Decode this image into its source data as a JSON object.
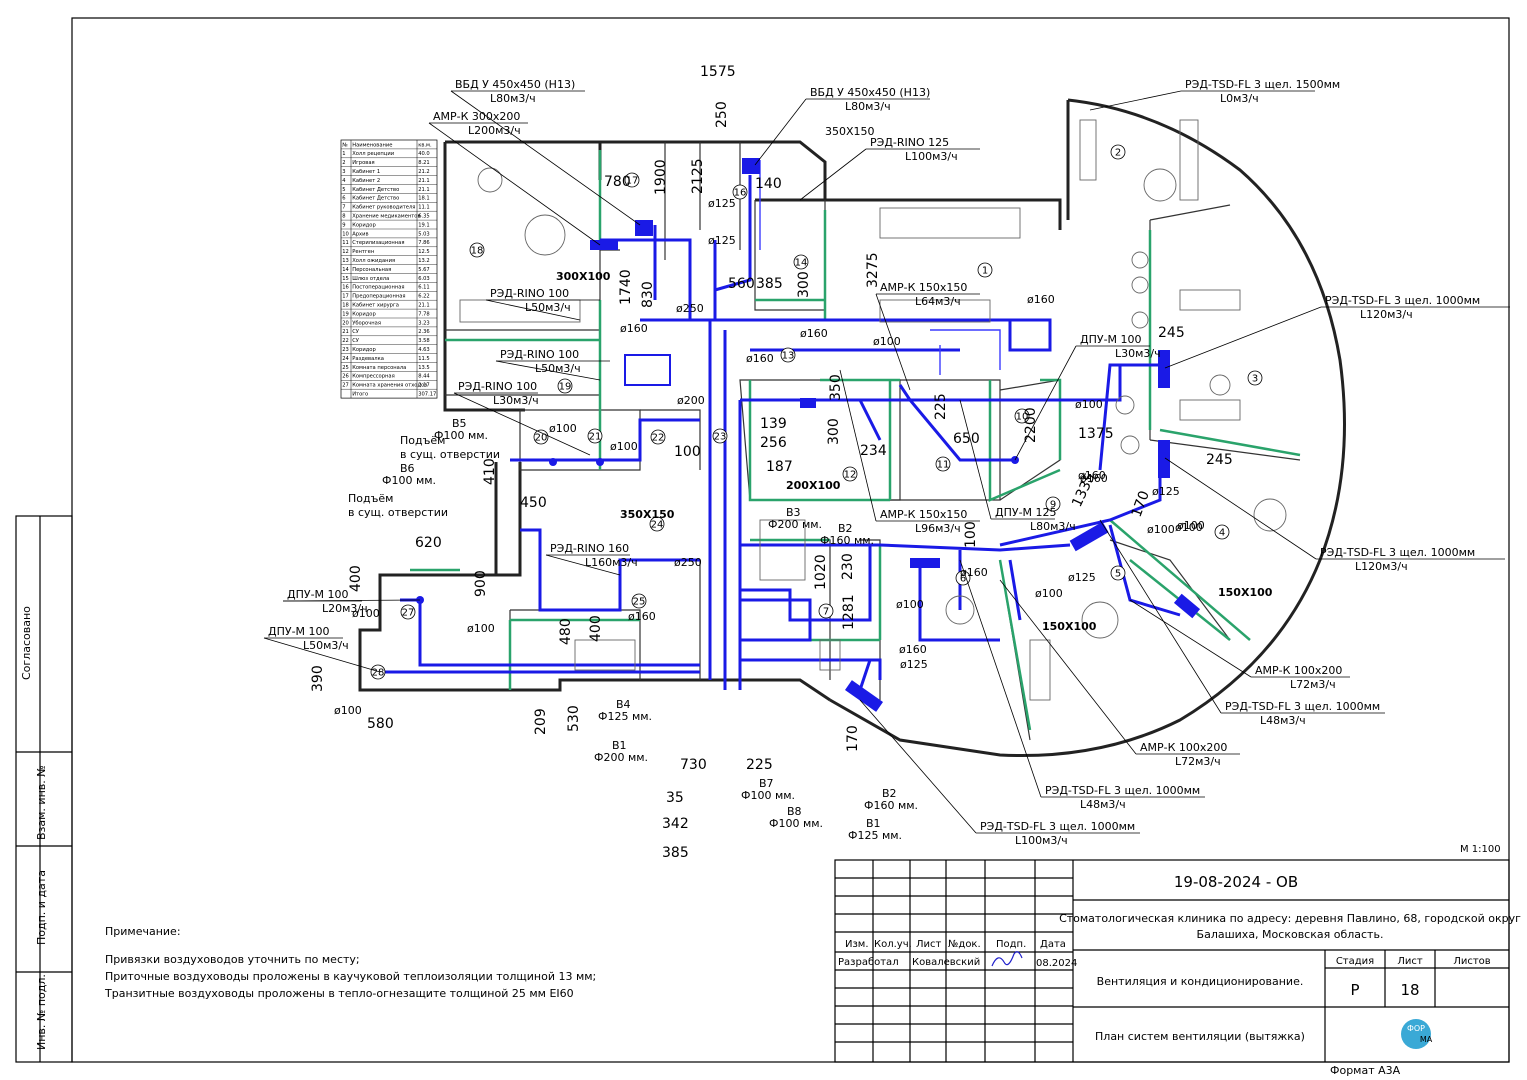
{
  "title_block": {
    "doc_code": "19-08-2024 - ОВ",
    "object": "Стоматологическая клиника по адресу: деревня Павлино, 68, городской округ",
    "object_line2": "Балашиха, Московская область.",
    "section": "Вентиляция и кондиционирование.",
    "sheet_title": "План систем вентиляции (вытяжка)",
    "col_headers": [
      "Изм.",
      "Кол.уч.",
      "Лист",
      "№док.",
      "Подп.",
      "Дата"
    ],
    "role": "Разработал",
    "developer": "Ковалевский",
    "date": "08.2024",
    "stage_label": "Стадия",
    "sheet_label": "Лист",
    "sheets_label": "Листов",
    "stage": "Р",
    "sheet": "18",
    "sheets": "",
    "format": "Формат А3А",
    "scale": "М 1:100",
    "logo_top": "ФОР",
    "logo_bottom": "МА"
  },
  "side_stamps": [
    "Согласовано",
    "Взам. инв. №",
    "Подп. и дата",
    "Инв. № подл."
  ],
  "notes": {
    "heading": "Примечание:",
    "lines": [
      "Привязки воздуховодов уточнить по месту;",
      "Приточные воздуховоды проложены в каучуковой теплоизоляции толщиной 13 мм;",
      "Транзитные воздуховоды проложены в тепло-огнезащите толщиной 25 мм EI60"
    ]
  },
  "room_table": {
    "headers": [
      "№",
      "Наименование",
      "кв.м."
    ],
    "rows": [
      [
        "1",
        "Холл рецепции",
        "40.0"
      ],
      [
        "2",
        "Игровая",
        "8.21"
      ],
      [
        "3",
        "Кабинет 1",
        "21.2"
      ],
      [
        "4",
        "Кабинет 2",
        "21.1"
      ],
      [
        "5",
        "Кабинет Детство",
        "21.1"
      ],
      [
        "6",
        "Кабинет Детство",
        "18.1"
      ],
      [
        "7",
        "Кабинет руководителя",
        "11.1"
      ],
      [
        "8",
        "Хранение медикаментов",
        "6.35"
      ],
      [
        "9",
        "Коридор",
        "19.1"
      ],
      [
        "10",
        "Архив",
        "5.03"
      ],
      [
        "11",
        "Стерилизационная",
        "7.86"
      ],
      [
        "12",
        "Рентген",
        "12.5"
      ],
      [
        "13",
        "Холл ожидания",
        "13.2"
      ],
      [
        "14",
        "Персональная",
        "5.67"
      ],
      [
        "15",
        "Шлюз отдела",
        "6.03"
      ],
      [
        "16",
        "Постоперационная",
        "6.11"
      ],
      [
        "17",
        "Предоперационная",
        "6.22"
      ],
      [
        "18",
        "Кабинет хирурга",
        "21.1"
      ],
      [
        "19",
        "Коридор",
        "7.78"
      ],
      [
        "20",
        "Уборочная",
        "3.23"
      ],
      [
        "21",
        "СУ",
        "2.36"
      ],
      [
        "22",
        "СУ",
        "3.58"
      ],
      [
        "23",
        "Коридор",
        "4.63"
      ],
      [
        "24",
        "Раздевалка",
        "11.5"
      ],
      [
        "25",
        "Комната персонала",
        "13.5"
      ],
      [
        "26",
        "Компрессорная",
        "8.44"
      ],
      [
        "27",
        "Комната хранения отходов",
        "2.17"
      ],
      [
        "",
        "Итого",
        "307.17"
      ]
    ]
  },
  "labels": [
    {
      "id": "l1",
      "t1": "ВБД У 450х450 (Н13)",
      "t2": "L80м3/ч"
    },
    {
      "id": "l2",
      "t1": "ВБД У 450х450 (Н13)",
      "t2": "L80м3/ч"
    },
    {
      "id": "l3",
      "t1": "АМР-К 300х200",
      "t2": "L200м3/ч"
    },
    {
      "id": "l4",
      "t1": "РЭД-TSD-FL 3 щел. 1500мм",
      "t2": "L0м3/ч"
    },
    {
      "id": "l5",
      "t1": "РЭД-RINO 125",
      "t2": "L100м3/ч"
    },
    {
      "id": "l6",
      "t1": "350Х150",
      "t2": ""
    },
    {
      "id": "l7",
      "t1": "АМР-К 150х150",
      "t2": "L64м3/ч"
    },
    {
      "id": "l8",
      "t1": "РЭД-TSD-FL 3 щел. 1000мм",
      "t2": "L120м3/ч"
    },
    {
      "id": "l9",
      "t1": "ДПУ-М 100",
      "t2": "L30м3/ч"
    },
    {
      "id": "l10",
      "t1": "РЭД-RINO 100",
      "t2": "L50м3/ч"
    },
    {
      "id": "l11",
      "t1": "РЭД-RINO 100",
      "t2": "L50м3/ч"
    },
    {
      "id": "l12",
      "t1": "РЭД-RINO 100",
      "t2": "L30м3/ч"
    },
    {
      "id": "l13",
      "t1": "РЭД-TSD-FL 3 щел. 1000мм",
      "t2": "L120м3/ч"
    },
    {
      "id": "l14",
      "t1": "АМР-К 150х150",
      "t2": "L96м3/ч"
    },
    {
      "id": "l15",
      "t1": "ДПУ-М 125",
      "t2": "L80м3/ч"
    },
    {
      "id": "l16",
      "t1": "РЭД-RINO 160",
      "t2": "L160м3/ч"
    },
    {
      "id": "l17",
      "t1": "ДПУ-М 100",
      "t2": "L20м3/ч"
    },
    {
      "id": "l18",
      "t1": "ДПУ-М 100",
      "t2": "L50м3/ч"
    },
    {
      "id": "l19",
      "t1": "АМР-К 100х200",
      "t2": "L72м3/ч"
    },
    {
      "id": "l20",
      "t1": "РЭД-TSD-FL 3 щел. 1000мм",
      "t2": "L48м3/ч"
    },
    {
      "id": "l21",
      "t1": "АМР-К 100х200",
      "t2": "L72м3/ч"
    },
    {
      "id": "l22",
      "t1": "РЭД-TSD-FL 3 щел. 1000мм",
      "t2": "L48м3/ч"
    },
    {
      "id": "l23",
      "t1": "РЭД-TSD-FL 3 щел. 1000мм",
      "t2": "L100м3/ч"
    }
  ],
  "risers": [
    {
      "id": "B5",
      "name": "В5",
      "size": "Ф100 мм.",
      "note1": "Подъём",
      "note2": "в сущ. отверстии"
    },
    {
      "id": "B6",
      "name": "В6",
      "size": "Ф100 мм.",
      "note1": "Подъём",
      "note2": "в сущ. отверстии"
    },
    {
      "id": "B3",
      "name": "В3",
      "size": "Ф200 мм."
    },
    {
      "id": "B2a",
      "name": "В2",
      "size": "Ф160 мм."
    },
    {
      "id": "B4",
      "name": "В4",
      "size": "Ф125 мм."
    },
    {
      "id": "B1a",
      "name": "В1",
      "size": "Ф200 мм."
    },
    {
      "id": "B7",
      "name": "В7",
      "size": "Ф100 мм."
    },
    {
      "id": "B8",
      "name": "В8",
      "size": "Ф100 мм."
    },
    {
      "id": "B2b",
      "name": "В2",
      "size": "Ф160 мм."
    },
    {
      "id": "B1b",
      "name": "В1",
      "size": "Ф125 мм."
    }
  ],
  "dims": [
    "1575",
    "250",
    "140",
    "780",
    "1900",
    "2125",
    "1740",
    "830",
    "560",
    "385",
    "300",
    "3275",
    "245",
    "1375",
    "245",
    "225",
    "650",
    "2200",
    "1335",
    "170",
    "139",
    "256",
    "187",
    "234",
    "300",
    "350",
    "100",
    "410",
    "450",
    "620",
    "400",
    "900",
    "390",
    "580",
    "480",
    "400",
    "209",
    "530",
    "730",
    "225",
    "35",
    "342",
    "385",
    "1020",
    "230",
    "1281",
    "170",
    "100"
  ],
  "duct_sizes": [
    "ø125",
    "ø125",
    "ø250",
    "ø160",
    "ø160",
    "ø160",
    "ø100",
    "ø160",
    "ø200",
    "ø100",
    "ø100",
    "ø100",
    "ø160",
    "ø250",
    "ø160",
    "ø100",
    "ø100",
    "ø100",
    "ø100",
    "ø160",
    "ø160",
    "ø125",
    "ø100",
    "ø125",
    "ø100",
    "ø125",
    "ø160",
    "ø100",
    "ø100",
    "300Х100",
    "200Х100",
    "350Х150",
    "150Х100",
    "150Х100"
  ],
  "room_numbers": [
    "1",
    "2",
    "3",
    "4",
    "5",
    "6",
    "7",
    "9",
    "10",
    "11",
    "12",
    "13",
    "14",
    "16",
    "17",
    "18",
    "19",
    "20",
    "21",
    "22",
    "23",
    "24",
    "25",
    "27",
    "28"
  ]
}
